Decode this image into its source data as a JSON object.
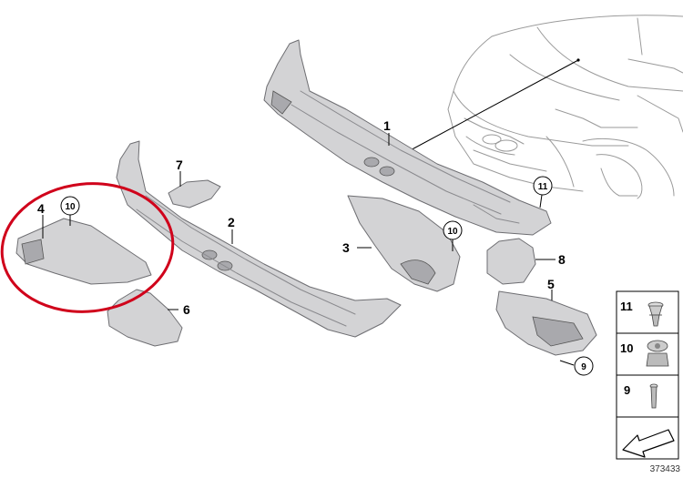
{
  "callouts": {
    "p1": "1",
    "p2": "2",
    "p3": "3",
    "p4": "4",
    "p5": "5",
    "p6": "6",
    "p7": "7",
    "p8": "8",
    "p9": "9",
    "p10a": "10",
    "p10b": "10",
    "p11": "11"
  },
  "legend": {
    "items": [
      {
        "number": "11",
        "icon": "push-rivet-icon"
      },
      {
        "number": "10",
        "icon": "clip-nut-icon"
      },
      {
        "number": "9",
        "icon": "expanding-rivet-icon"
      }
    ],
    "arrow_icon": "direction-arrow-icon"
  },
  "reference_number": "373433",
  "highlight_color": "#d0021b"
}
